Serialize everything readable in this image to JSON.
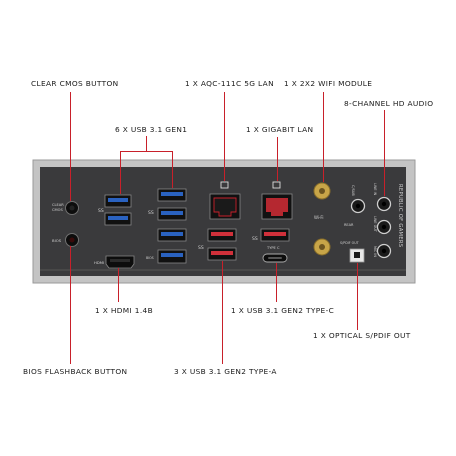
{
  "labels": {
    "clear_cmos": "CLEAR CMOS BUTTON",
    "aqc_lan": "1 X AQC-111C 5G LAN",
    "wifi_module": "1 X 2X2 WIFI MODULE",
    "hd_audio": "8-CHANNEL HD AUDIO",
    "usb31_gen1": "6 X USB 3.1 GEN1",
    "gigabit_lan": "1 X GIGABIT LAN",
    "hdmi": "1 X HDMI 1.4B",
    "usb_typec": "1 X USB 3.1 GEN2 TYPE-C",
    "optical": "1 X OPTICAL S/PDIF OUT",
    "bios_flashback": "BIOS FLASHBACK BUTTON",
    "usb_typea": "3 X USB 3.1 GEN2 TYPE-A"
  },
  "panel_text": {
    "clear": "CLEAR",
    "cmos": "CMOS",
    "bios": "BIOS",
    "hdmi": "HDMI",
    "wifi": "Wi-Fi",
    "type_c": "TYPE C",
    "c_sub": "C/SUB",
    "rear": "REAR",
    "spdif_out": "S/PDIF OUT",
    "line_in": "LINE IN",
    "line_out": "LINE OUT",
    "mic_in": "MIC IN",
    "brand": "REPUBLIC OF GAMERS",
    "ss1": "SS",
    "ss2": "SS",
    "ss3": "SS",
    "ss4": "SS"
  },
  "colors": {
    "accent_line": "#c8202a",
    "panel": "#3a3a3c",
    "frame": "#c4c4c4",
    "usb_gen1": "#2a62c0",
    "usb_gen2": "#d0303a",
    "gold": "#c8a548"
  }
}
